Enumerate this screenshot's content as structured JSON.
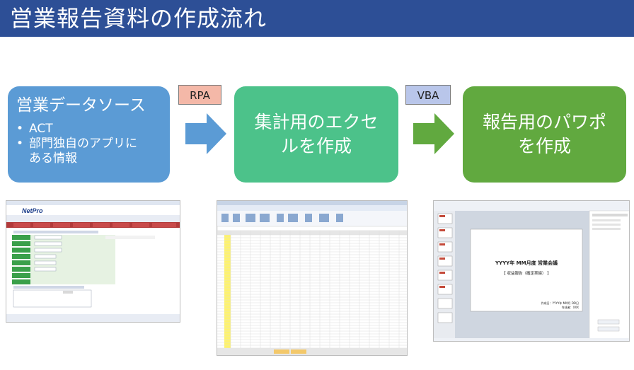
{
  "header": {
    "title": "営業報告資料の作成流れ"
  },
  "flow": {
    "source": {
      "heading": "営業データソース",
      "items": [
        "ACT",
        "部門独自のアプリに",
        "ある情報"
      ]
    },
    "excel": {
      "line1": "集計用のエクセ",
      "line2": "ルを作成"
    },
    "ppt": {
      "line1": "報告用のパワポ",
      "line2": "を作成"
    },
    "connectors": {
      "rpa": "RPA",
      "vba": "VBA"
    }
  },
  "screenshots": {
    "web": {
      "app_name": "NetPro"
    },
    "ppt": {
      "slide_title": "YYYY年 MM月度 営業会議",
      "slide_subtitle": "【 収益報告（確定実績） 】",
      "slide_author_date": "作成日：YYYY年 MM月 DD日",
      "slide_author": "作成者：XXX"
    }
  },
  "colors": {
    "title_bar": "#2d4f96",
    "source_box": "#5b9bd5",
    "excel_box": "#4cc28a",
    "ppt_box": "#61a93f",
    "rpa_tag": "#f4b8a8",
    "vba_tag": "#b9c6ea",
    "arrow_blue": "#5b9bd5",
    "arrow_green": "#61a93f"
  }
}
